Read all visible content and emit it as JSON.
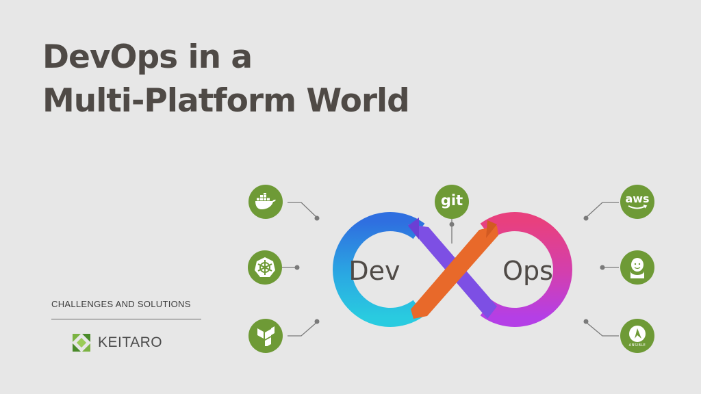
{
  "title": {
    "line1": "DevOps in a",
    "line2": "Multi-Platform World"
  },
  "subtitle": "CHALLENGES AND SOLUTIONS",
  "logo": {
    "text": "KEITARO"
  },
  "diagram": {
    "left_label": "Dev",
    "right_label": "Ops",
    "git_label": "git",
    "aws_label": "aws",
    "ansible_label": "ANSIBLE"
  },
  "colors": {
    "background": "#e7e7e7",
    "title": "#4f4a46",
    "icon_green": "#6e9a36",
    "loop_blue": "#2f7ae0",
    "loop_cyan": "#29c3e0",
    "loop_purple": "#7b4fe3",
    "loop_orange": "#e8692a",
    "loop_pink": "#e83d86",
    "loop_magenta": "#b93fe5"
  }
}
